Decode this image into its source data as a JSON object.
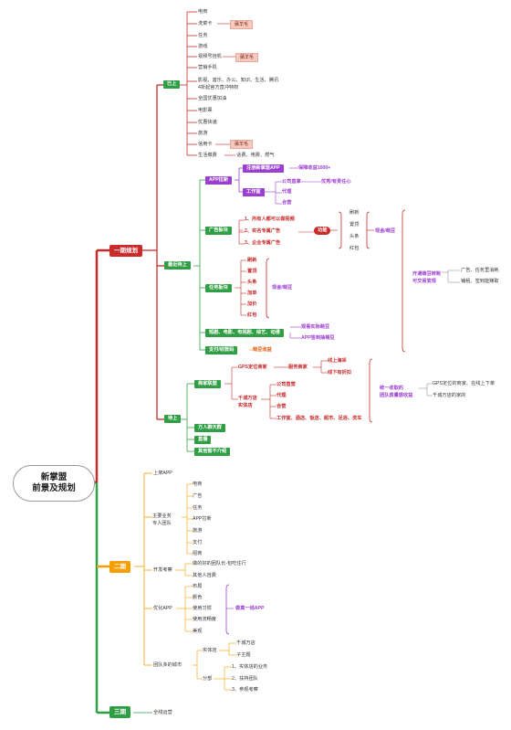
{
  "colors": {
    "phase1": "#c92a2a",
    "phase2": "#f59f00",
    "phase3": "#2f9e44",
    "green": "#2f9e44",
    "purple": "#9b3fd1",
    "red": "#c92a2a",
    "grey": "#999999"
  },
  "root": {
    "line1": "新掌盟",
    "line2": "前景及规划"
  },
  "phase1": {
    "label": "一期规划",
    "online": {
      "label": "已上",
      "items": [
        "电商",
        "洗菜卡",
        "任务",
        "游戏",
        "视频号挂机",
        "营销手机",
        "影视、音乐、办公、知识、生活、腾讯",
        "4折起官方直冲特权",
        "全国优惠加油",
        "电影票",
        "优惠快递",
        "旅游",
        "信用卡",
        "生活缴费"
      ],
      "badge": "薅羊毛",
      "utility_detail": "话费、电费、燃气"
    },
    "soon": {
      "label": "最近待上",
      "app_promo": {
        "label": "APP拉新",
        "node1": "注册新掌盟APP",
        "node1_result": "保障收益1000+",
        "node2": "工作室",
        "node2_children": [
          "公司直拿",
          "代理",
          "合营"
        ],
        "node2_result": "优秀/有责任心"
      },
      "ads": {
        "label": "广告板块",
        "items": [
          "1、所有人都可以做视频",
          "2、实名专属广告",
          "3、企业专属广告"
        ],
        "func": "功能",
        "func_items": [
          "刷新",
          "置顶",
          "头条",
          "红包"
        ],
        "result": "现金/萌豆"
      },
      "tasks": {
        "label": "任务板块",
        "items": [
          "刷新",
          "置顶",
          "头条",
          "加单",
          "加价",
          "红包"
        ],
        "result": "现金/萌豆"
      },
      "media": {
        "label": "短剧、电影、电视剧、综艺、动漫",
        "items": [
          "观看实际萌豆",
          "APP签到抽萌豆"
        ]
      },
      "pay": {
        "label": "支付/收款码",
        "result": "萌豆收益"
      },
      "summary": "开通萌豆转账\n可交易变现",
      "summary_items": [
        "广告、任务里消耗",
        "铺租、签到能赚取"
      ]
    },
    "pending": {
      "label": "待上",
      "merchant": {
        "label": "商家联盟",
        "gps": "GPS定位商家",
        "service": "服务商家",
        "service_items": [
          "线上海采",
          "线下有折扣"
        ],
        "thousand": "千城万店\n实体店",
        "thousand_items": [
          "公司直营",
          "代理",
          "合营"
        ],
        "thousand_scope": "工作室、酒店、饭店、超市、足浴、洗车",
        "unify": "统一收取的\n团队质量感收益",
        "unify_items": [
          "GPS定位的商家、在线上下单",
          "千城万店的家的"
        ]
      },
      "wanren": "万人聊天群",
      "live": "直播",
      "other": "其他暂不介绍"
    }
  },
  "phase2": {
    "label": "二期",
    "items": {
      "app_online": "上架APP",
      "team": "主要业务\n专人团队",
      "team_items": [
        "电商",
        "广告",
        "任务",
        "APP拉新",
        "旅游",
        "支付",
        "招商"
      ],
      "dev": "开发考察",
      "dev_items": [
        "做的好的团队长-包吃住行",
        "其他人自费"
      ],
      "opt": "优化APP",
      "opt_items": [
        "布局",
        "颜色",
        "使用习惯",
        "使用流畅度",
        "美观"
      ],
      "opt_result": "做真一线APP",
      "city": "团队多的城市",
      "city_a": "实体店",
      "city_a_items": [
        "千城万店",
        "子主题"
      ],
      "city_b": "分部",
      "city_b_items": [
        "1、实体店的业务",
        "2、扶持团队",
        "3、参观考察"
      ]
    }
  },
  "phase3": {
    "label": "三期",
    "item": "全线运营"
  }
}
